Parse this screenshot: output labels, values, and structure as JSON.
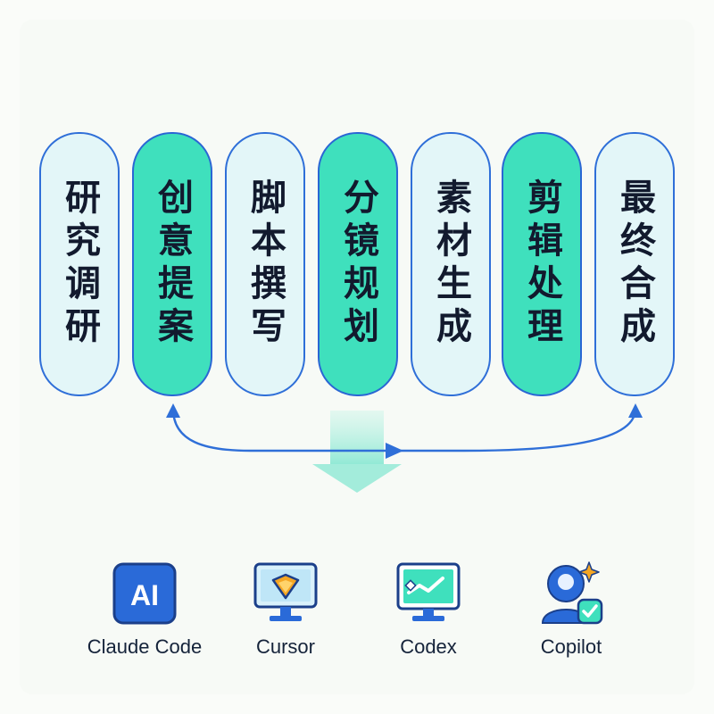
{
  "stages": [
    {
      "label": "研究调研",
      "variant": "light"
    },
    {
      "label": "创意提案",
      "variant": "teal"
    },
    {
      "label": "脚本撰写",
      "variant": "light"
    },
    {
      "label": "分镜规划",
      "variant": "teal"
    },
    {
      "label": "素材生成",
      "variant": "light"
    },
    {
      "label": "剪辑处理",
      "variant": "teal"
    },
    {
      "label": "最终合成",
      "variant": "light"
    }
  ],
  "tools": [
    {
      "label": "Claude Code",
      "icon": "ai-badge-icon",
      "badge_text": "AI"
    },
    {
      "label": "Cursor",
      "icon": "monitor-shield-icon"
    },
    {
      "label": "Codex",
      "icon": "monitor-chart-icon"
    },
    {
      "label": "Copilot",
      "icon": "person-sparkle-check-icon"
    }
  ],
  "colors": {
    "pill_border": "#2f6fd8",
    "pill_light": "#e3f6f8",
    "pill_teal": "#3fe0bd",
    "arrow": "#2f6fd8",
    "icon_blue": "#2a6ad8",
    "icon_teal": "#3fe0bd"
  }
}
